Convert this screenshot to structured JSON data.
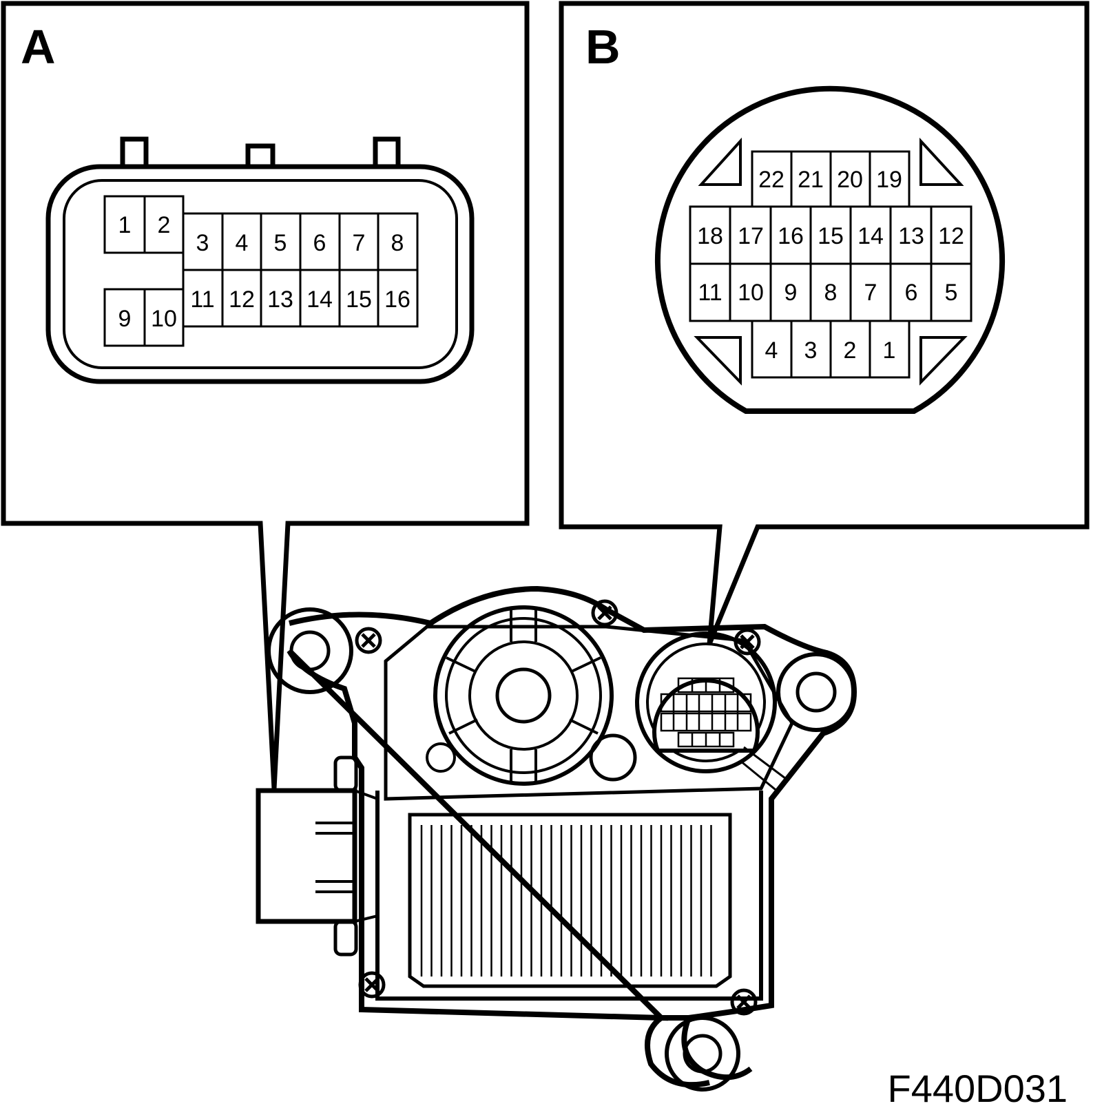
{
  "panel_a": {
    "label": "A",
    "pins_upper": [
      "1",
      "2",
      "3",
      "4",
      "5",
      "6",
      "7",
      "8"
    ],
    "pins_lower": [
      "9",
      "10",
      "11",
      "12",
      "13",
      "14",
      "15",
      "16"
    ]
  },
  "panel_b": {
    "label": "B",
    "pins_top": [
      "22",
      "21",
      "20",
      "19"
    ],
    "pins_upper": [
      "18",
      "17",
      "16",
      "15",
      "14",
      "13",
      "12"
    ],
    "pins_lower": [
      "11",
      "10",
      "9",
      "8",
      "7",
      "6",
      "5"
    ],
    "pins_bottom": [
      "4",
      "3",
      "2",
      "1"
    ]
  },
  "figure_code": "F440D031",
  "colors": {
    "line": "#000000",
    "background": "#ffffff"
  }
}
